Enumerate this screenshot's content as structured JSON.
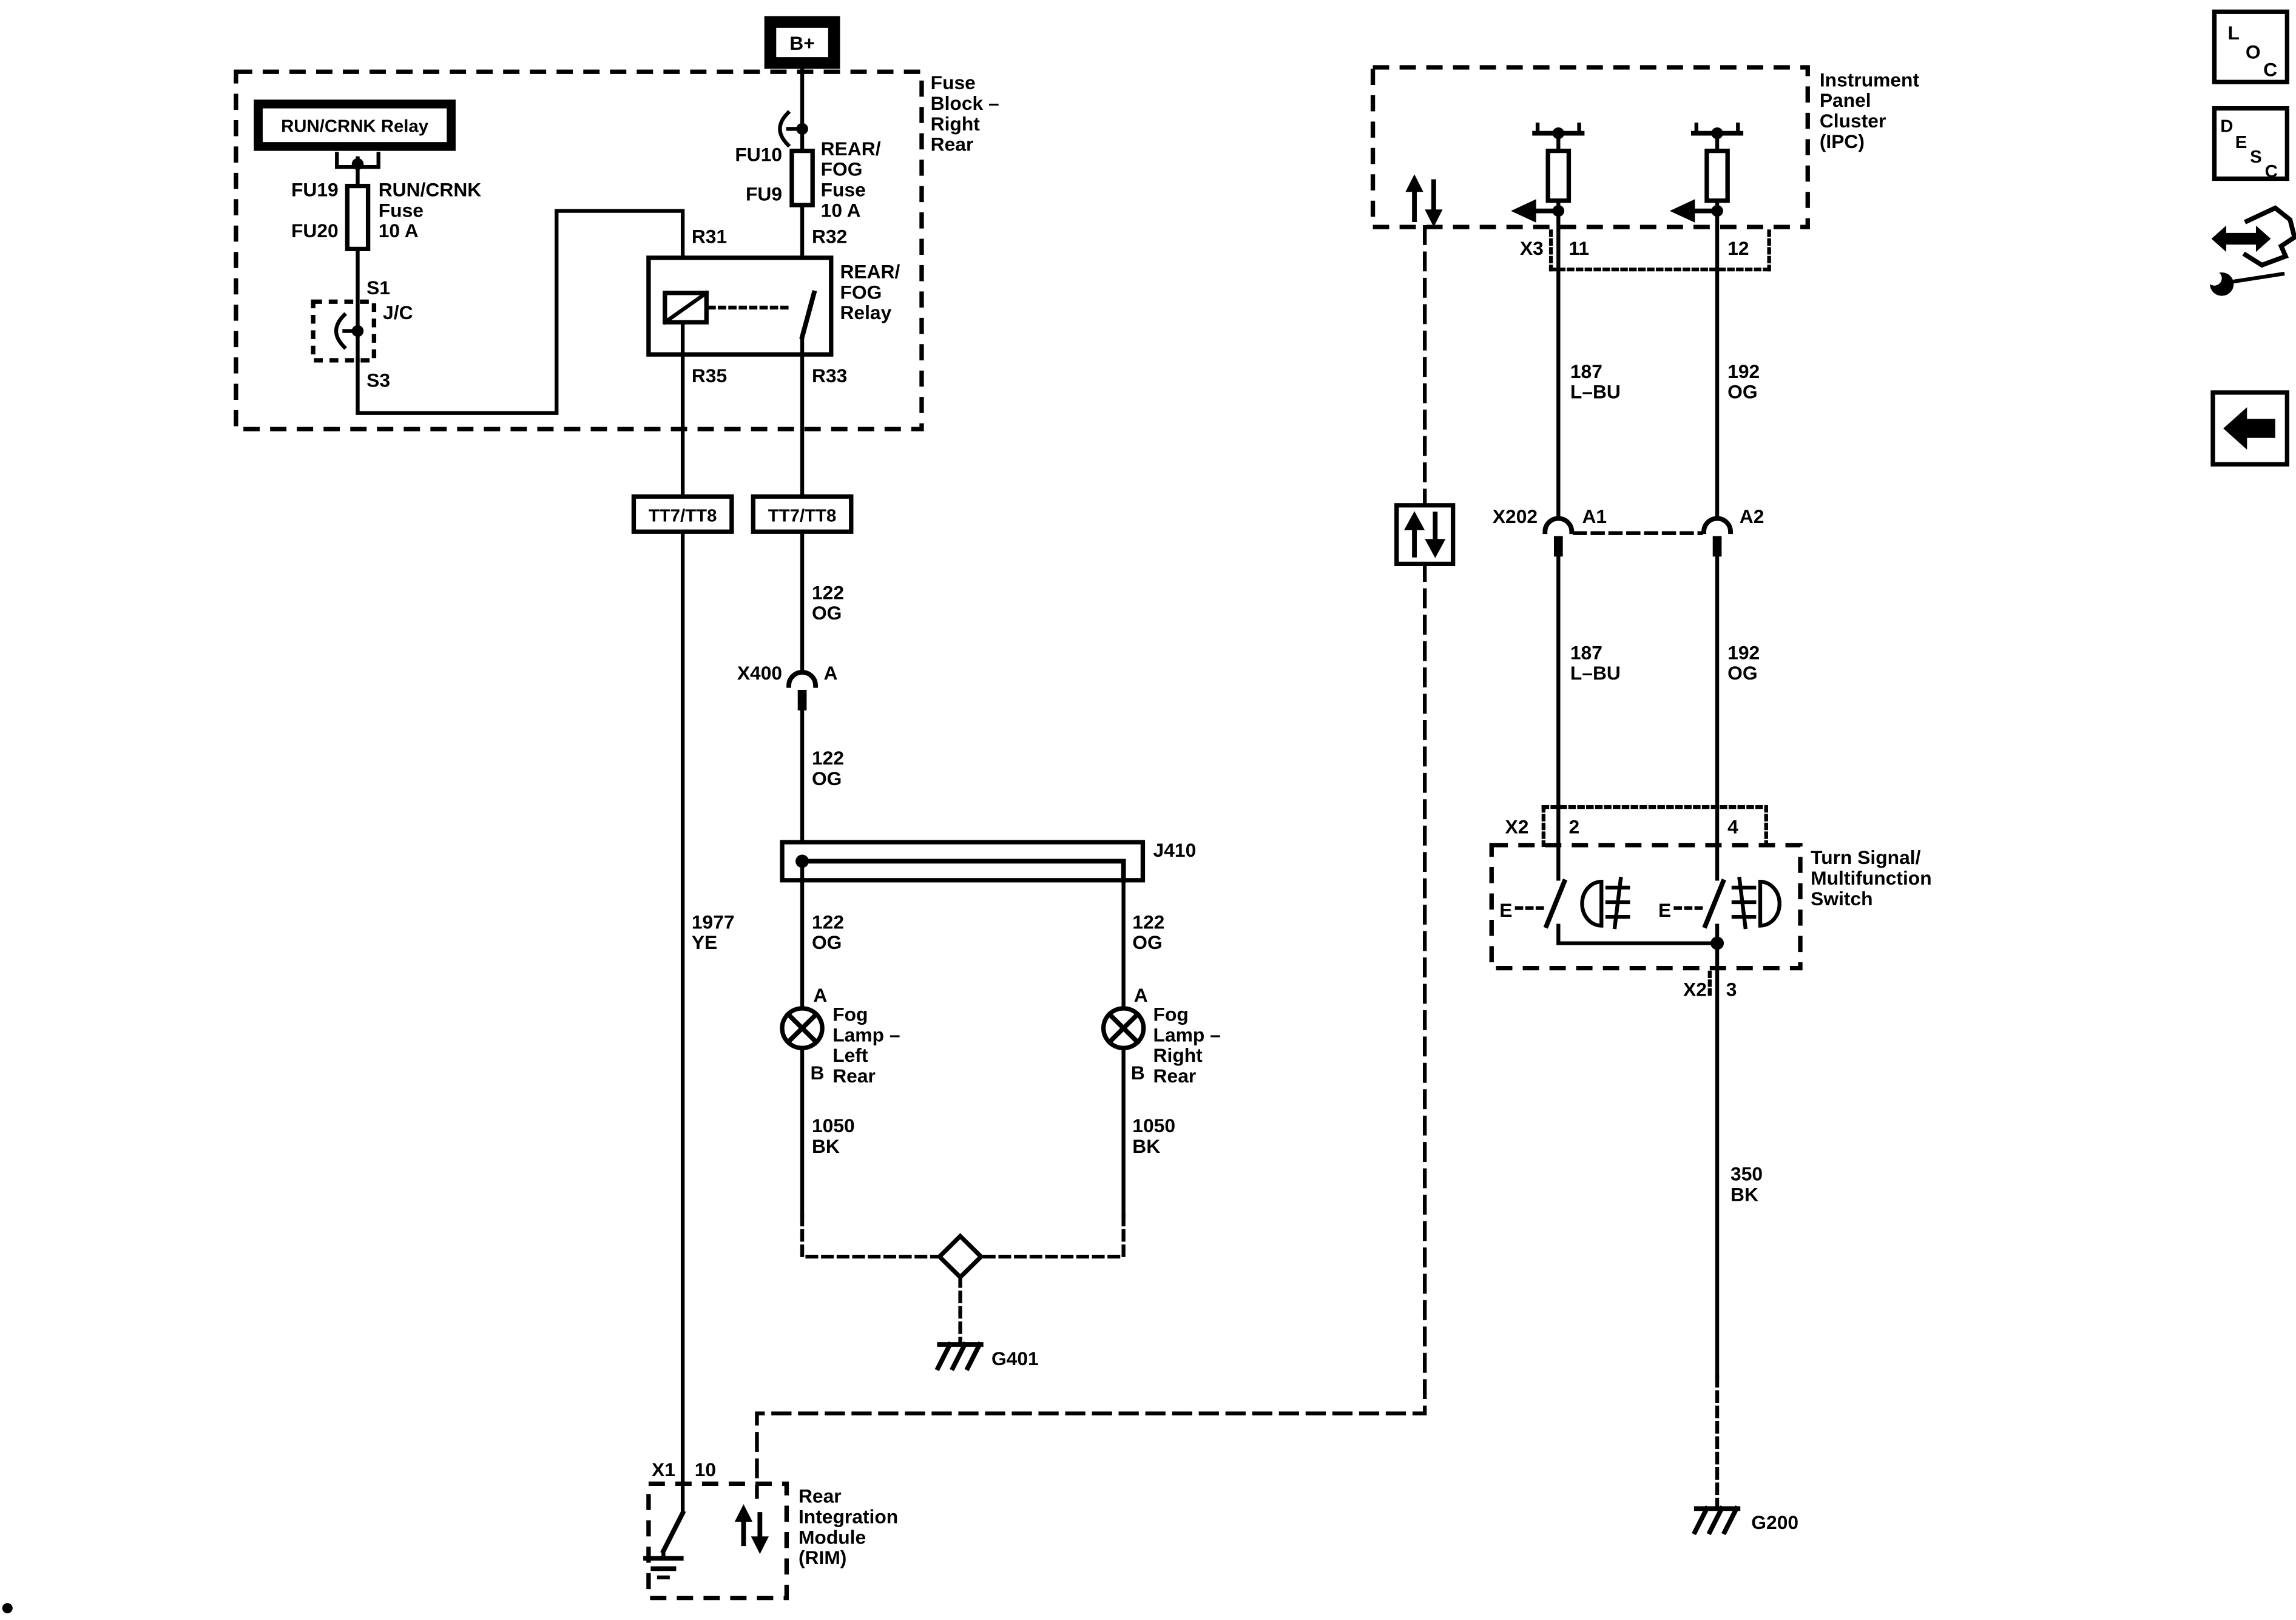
{
  "diagram": {
    "fuse_block": {
      "b_plus": "B+",
      "title_lines": [
        "Fuse",
        "Block –",
        "Right",
        "Rear"
      ],
      "run_crnk_relay_label": "RUN/CRNK Relay",
      "fu19": "FU19",
      "fu20": "FU20",
      "run_crnk_fuse_lines": [
        "RUN/CRNK",
        "Fuse",
        "10 A"
      ],
      "s1": "S1",
      "jc": "J/C",
      "s3": "S3",
      "fu10": "FU10",
      "fu9": "FU9",
      "rear_fog_fuse_lines": [
        "REAR/",
        "FOG",
        "Fuse",
        "10 A"
      ],
      "r31": "R31",
      "r32": "R32",
      "r35": "R35",
      "r33": "R33",
      "rear_fog_relay_lines": [
        "REAR/",
        "FOG",
        "Relay"
      ]
    },
    "connectors": {
      "tt_left": "TT7/TT8",
      "tt_right": "TT7/TT8",
      "x400": "X400",
      "x400_pin": "A",
      "x1": "X1",
      "x1_pin": "10",
      "x3": "X3",
      "x3_pin11": "11",
      "x3_pin12": "12",
      "x202": "X202",
      "x202_a1": "A1",
      "x202_a2": "A2",
      "x2_top": "X2",
      "x2_pin2": "2",
      "x2_pin4": "4",
      "x2_bottom": "X2",
      "x2_pin3": "3"
    },
    "wires": {
      "w122_a": [
        "122",
        "OG"
      ],
      "w122_b": [
        "122",
        "OG"
      ],
      "w122_left": [
        "122",
        "OG"
      ],
      "w122_right": [
        "122",
        "OG"
      ],
      "w1977": [
        "1977",
        "YE"
      ],
      "w1050_left": [
        "1050",
        "BK"
      ],
      "w1050_right": [
        "1050",
        "BK"
      ],
      "w187_a": [
        "187",
        "L–BU"
      ],
      "w187_b": [
        "187",
        "L–BU"
      ],
      "w192_a": [
        "192",
        "OG"
      ],
      "w192_b": [
        "192",
        "OG"
      ],
      "w350": [
        "350",
        "BK"
      ]
    },
    "splices": {
      "j410": "J410"
    },
    "grounds": {
      "g401": "G401",
      "g200": "G200"
    },
    "lamps": {
      "left_pin_a": "A",
      "left_pin_b": "B",
      "left_lines": [
        "Fog",
        "Lamp –",
        "Left",
        "Rear"
      ],
      "right_pin_a": "A",
      "right_pin_b": "B",
      "right_lines": [
        "Fog",
        "Lamp –",
        "Right",
        "Rear"
      ]
    },
    "rim": {
      "lines": [
        "Rear",
        "Integration",
        "Module",
        "(RIM)"
      ]
    },
    "ipc": {
      "lines": [
        "Instrument",
        "Panel",
        "Cluster",
        "(IPC)"
      ]
    },
    "switch": {
      "lines": [
        "Turn Signal/",
        "Multifunction",
        "Switch"
      ],
      "e_left": "E",
      "e_right": "E"
    }
  },
  "sidebar": {
    "loc": [
      "L",
      "O",
      "C"
    ],
    "desc": [
      "D",
      "E",
      "S",
      "C"
    ]
  }
}
